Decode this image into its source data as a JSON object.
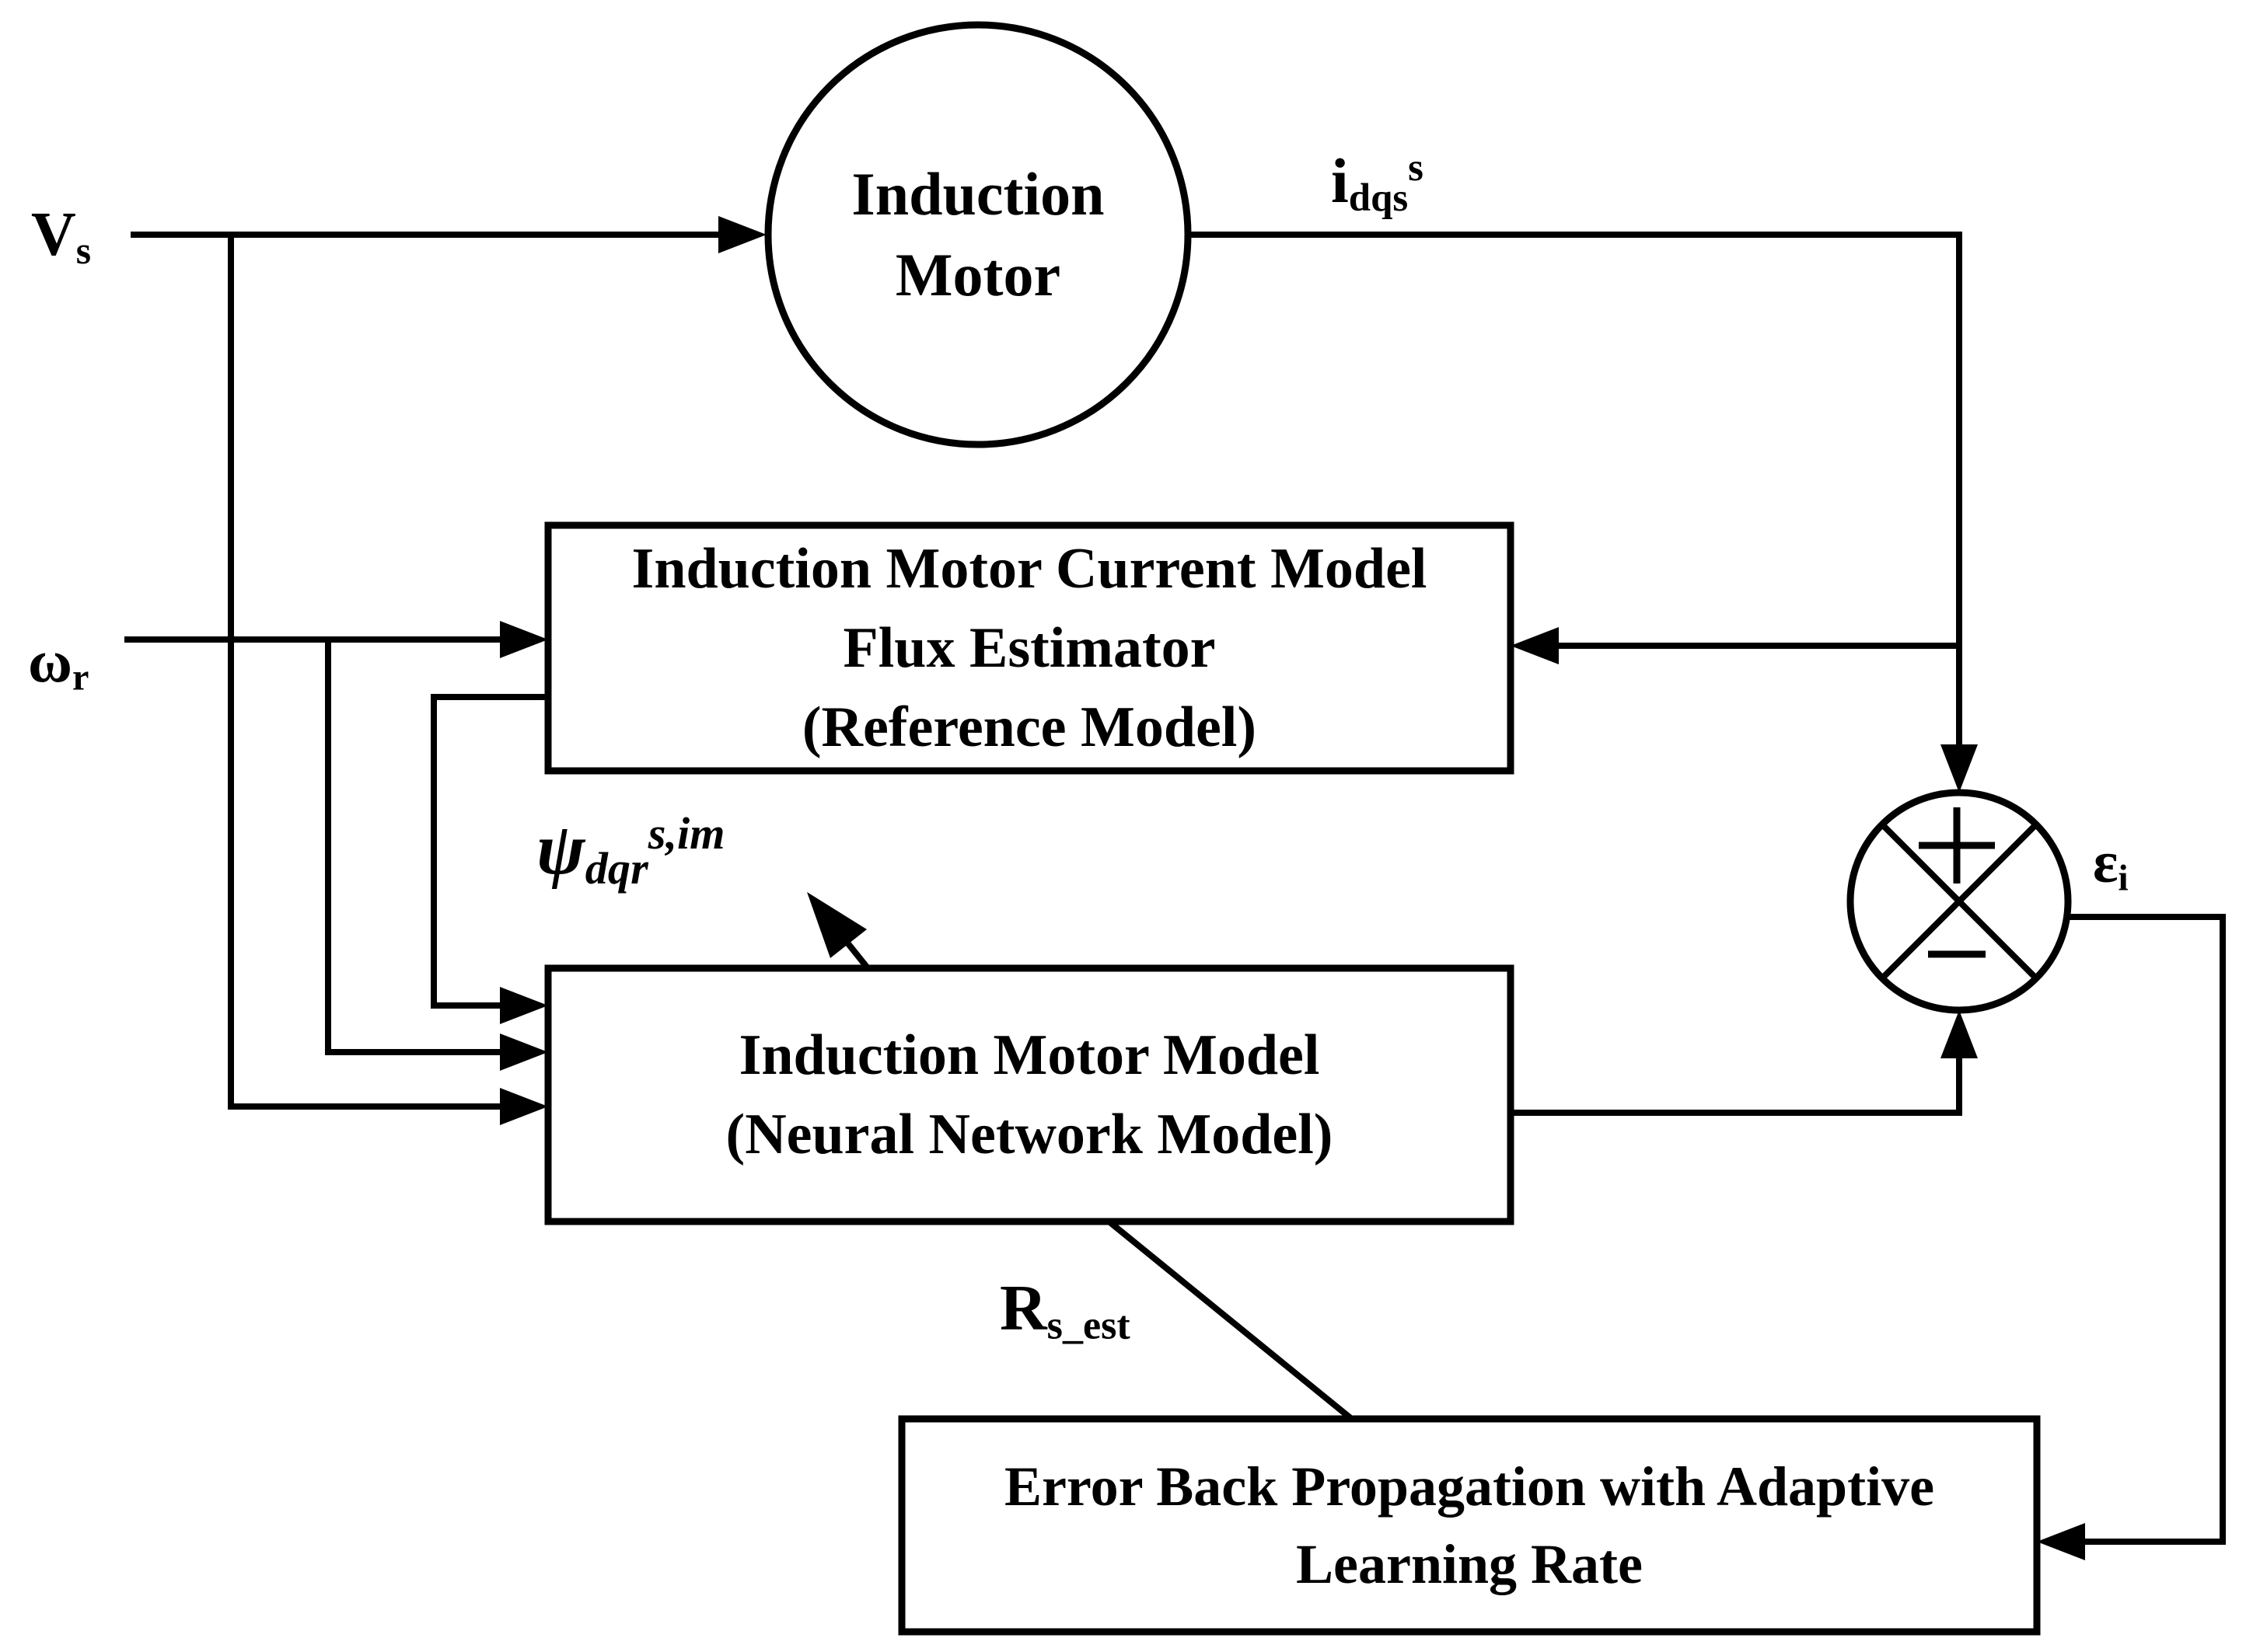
{
  "diagram": {
    "motor_circle": {
      "lines": [
        "Induction",
        "Motor"
      ]
    },
    "boxes": {
      "reference_model": {
        "lines": [
          "Induction Motor Current Model",
          "Flux Estimator",
          "(Reference Model)"
        ]
      },
      "neural_network_model": {
        "lines": [
          "Induction Motor Model",
          "(Neural Network Model)"
        ]
      },
      "error_backprop": {
        "lines": [
          "Error Back Propagation with Adaptive",
          "Learning Rate"
        ]
      }
    },
    "signal_labels": {
      "vs": {
        "base": "V",
        "sub": "s"
      },
      "omega_r": {
        "base": "ω",
        "sub": "r"
      },
      "i_dqs": {
        "base": "i",
        "sub": "dqs",
        "sup": "s"
      },
      "psi_dqr": {
        "base": "ψ",
        "sub": "dqr",
        "sup": "s,im"
      },
      "epsilon_i": {
        "base": "ε",
        "sub": "i"
      },
      "r_s_est": {
        "base": "R",
        "sub": "s_est"
      }
    },
    "summing_junction": {
      "top_sign": "+",
      "bottom_sign": "−"
    },
    "colors": {
      "stroke": "#000000",
      "background": "#ffffff"
    }
  }
}
